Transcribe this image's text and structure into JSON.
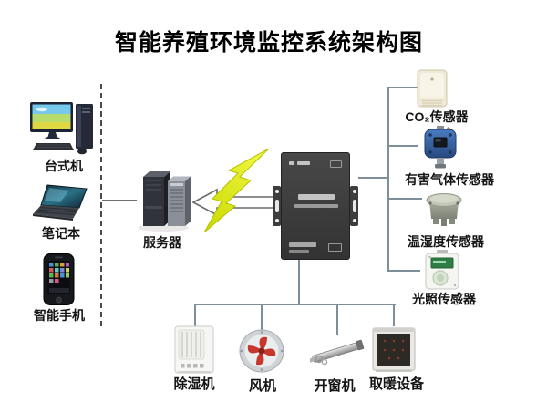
{
  "title": "智能养殖环境监控系统架构图",
  "nodes": {
    "desktop": {
      "label": "台式机"
    },
    "laptop": {
      "label": "笔记本"
    },
    "phone": {
      "label": "智能手机"
    },
    "server": {
      "label": "服务器"
    }
  },
  "sensors": [
    {
      "label": "CO₂传感器"
    },
    {
      "label": "有害气体传感器"
    },
    {
      "label": "温湿度传感器"
    },
    {
      "label": "光照传感器"
    }
  ],
  "actuators": [
    {
      "label": "除湿机"
    },
    {
      "label": "风机"
    },
    {
      "label": "开窗机"
    },
    {
      "label": "取暖设备"
    }
  ],
  "colors": {
    "background": "#ffffff",
    "title_text": "#000000",
    "label_text": "#141414",
    "client_bus_line": "#4b4b4b",
    "server_link_line": "#6f6f6f",
    "sensor_bus_line": "#7d8f9b",
    "lightning": "#e8f022",
    "gateway_body": "#3d3d3d",
    "fan_blades": "#c8372d",
    "gas_sensor_body": "#3a6db0"
  }
}
